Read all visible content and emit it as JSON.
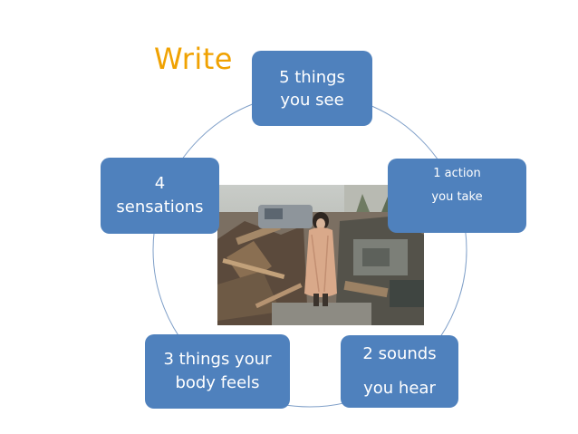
{
  "title": "Write",
  "colors": {
    "box_fill": "#4f81bd",
    "box_text": "#ffffff",
    "title": "#f0a202",
    "ring": "#7f9fc8"
  },
  "steps": [
    {
      "lines": [
        "5 things",
        "you see"
      ]
    },
    {
      "lines": [
        "1 action",
        "you take"
      ]
    },
    {
      "lines": [
        "2 sounds",
        "you hear"
      ]
    },
    {
      "lines": [
        "3 things your",
        "body feels"
      ]
    },
    {
      "lines": [
        "4",
        "sensations"
      ]
    }
  ],
  "image": {
    "subject": "girl-in-blanket-amid-disaster-debris"
  }
}
